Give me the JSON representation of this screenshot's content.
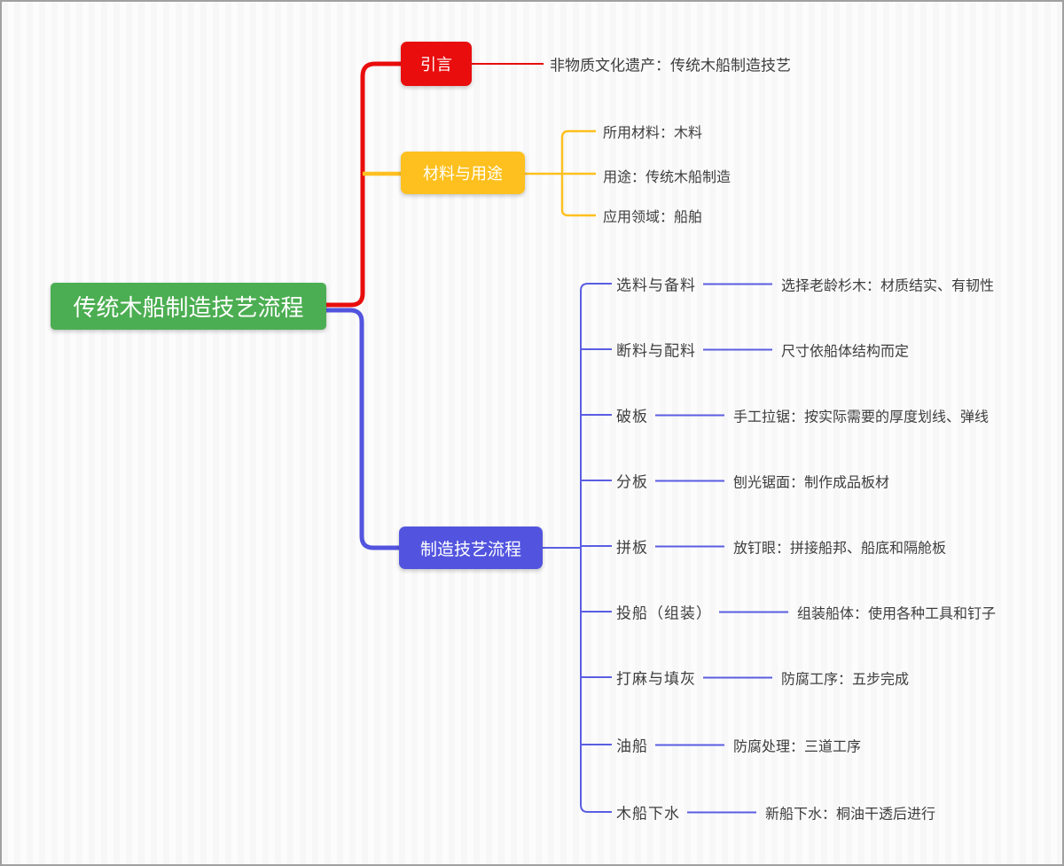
{
  "root": {
    "label": "传统木船制造技艺流程",
    "color": "#4cae52"
  },
  "branches": [
    {
      "label": "引言",
      "color": "#e90d0d",
      "children": [
        {
          "label": "非物质文化遗产：传统木船制造技艺"
        }
      ]
    },
    {
      "label": "材料与用途",
      "color": "#fdc01e",
      "children": [
        {
          "label": "所用材料：木料"
        },
        {
          "label": "用途：传统木船制造"
        },
        {
          "label": "应用领域：船舶"
        }
      ]
    },
    {
      "label": "制造技艺流程",
      "color": "#5254df",
      "children": [
        {
          "label": "选料与备料",
          "detail": "选择老龄杉木：材质结实、有韧性"
        },
        {
          "label": "断料与配料",
          "detail": "尺寸依船体结构而定"
        },
        {
          "label": "破板",
          "detail": "手工拉锯：按实际需要的厚度划线、弹线"
        },
        {
          "label": "分板",
          "detail": "刨光锯面：制作成品板材"
        },
        {
          "label": "拼板",
          "detail": "放钉眼：拼接船邦、船底和隔舱板"
        },
        {
          "label": "投船（组装）",
          "detail": "组装船体：使用各种工具和钉子"
        },
        {
          "label": "打麻与填灰",
          "detail": "防腐工序：五步完成"
        },
        {
          "label": "油船",
          "detail": "防腐处理：三道工序"
        },
        {
          "label": "木船下水",
          "detail": "新船下水：桐油干透后进行"
        }
      ]
    }
  ],
  "colors": {
    "connector_red": "#e90d0d",
    "connector_yellow": "#fdc01e",
    "connector_blue": "#5a5ee2",
    "leaf_text": "#3e3e3e",
    "background_stripe_dark": "#f7f7f7",
    "background_stripe_light": "#fcfcfc"
  }
}
